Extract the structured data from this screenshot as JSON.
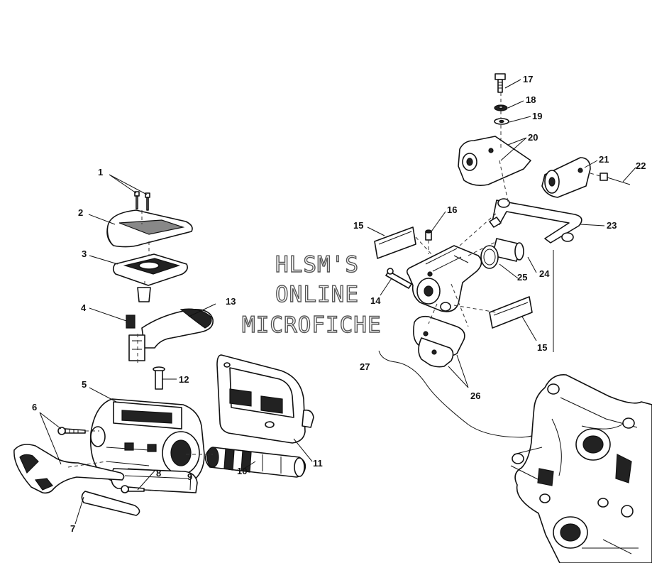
{
  "watermark": {
    "line1": "HLSM'S",
    "line2": "ONLINE",
    "line3": "MICROFICHE"
  },
  "callouts": {
    "c1": "1",
    "c2": "2",
    "c3": "3",
    "c4": "4",
    "c5": "5",
    "c6": "6",
    "c7": "7",
    "c8": "8",
    "c9": "9",
    "c10": "10",
    "c11": "11",
    "c12": "12",
    "c13": "13",
    "c14": "14",
    "c15a": "15",
    "c15b": "15",
    "c16": "16",
    "c17": "17",
    "c18": "18",
    "c19": "19",
    "c20": "20",
    "c21": "21",
    "c22": "22",
    "c23": "23",
    "c24": "24",
    "c25": "25",
    "c26": "26",
    "c27": "27"
  }
}
